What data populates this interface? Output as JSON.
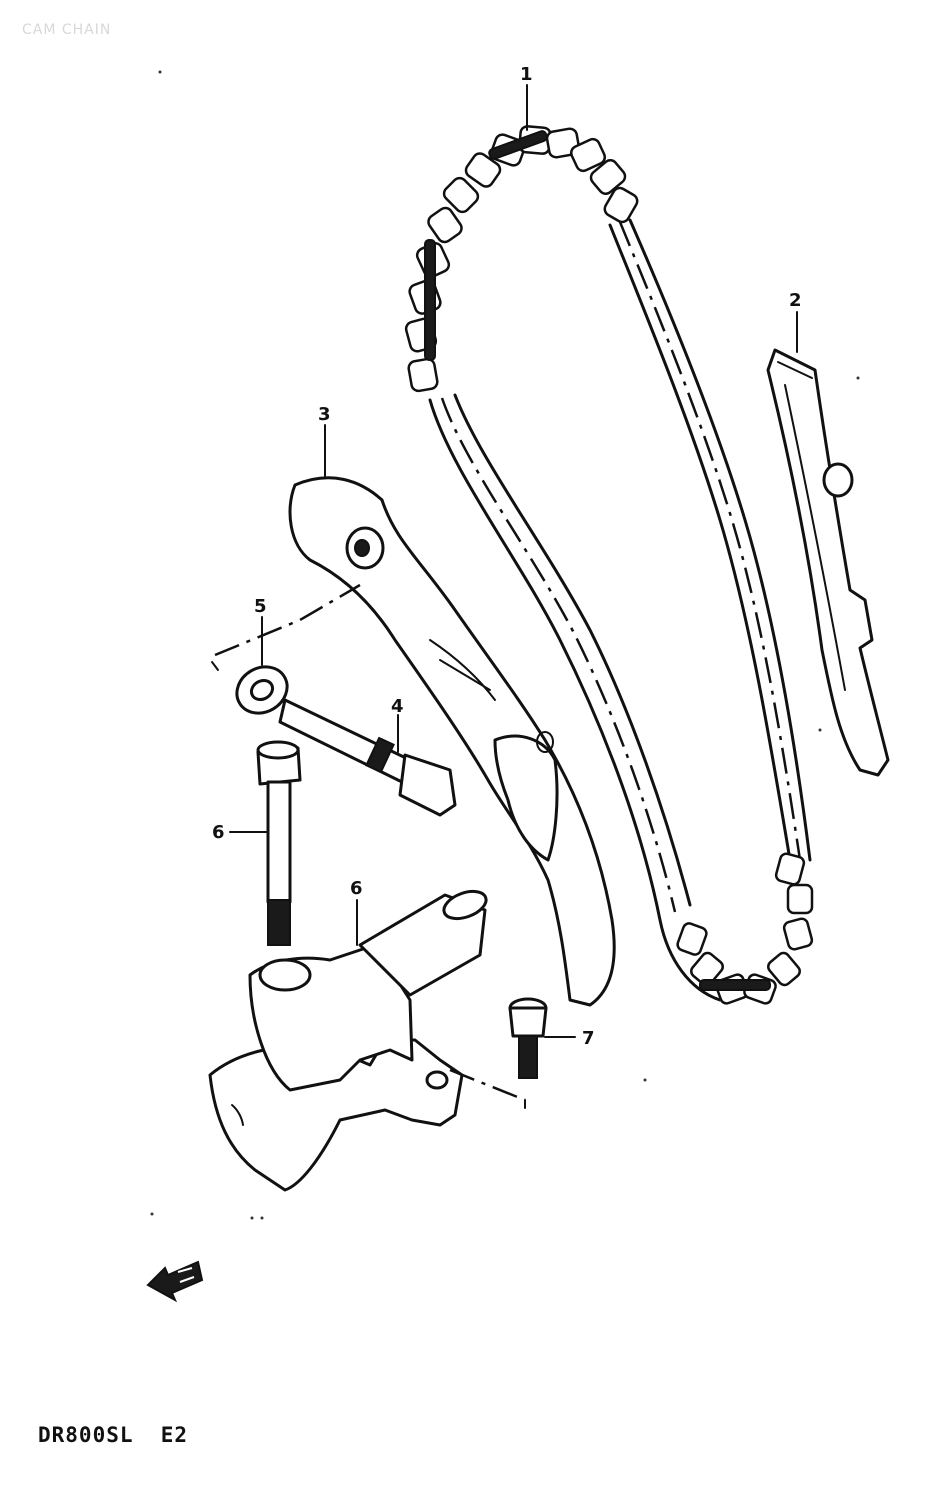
{
  "header": {
    "faint_title": "CAM CHAIN"
  },
  "callouts": [
    {
      "id": "callout-1",
      "label": "1"
    },
    {
      "id": "callout-2",
      "label": "2"
    },
    {
      "id": "callout-3",
      "label": "3"
    },
    {
      "id": "callout-4",
      "label": "4"
    },
    {
      "id": "callout-5",
      "label": "5"
    },
    {
      "id": "callout-6a",
      "label": "6"
    },
    {
      "id": "callout-6b",
      "label": "6"
    },
    {
      "id": "callout-7",
      "label": "7"
    }
  ],
  "footer": {
    "model_code": "DR800SL  E2"
  },
  "icons": {
    "front_arrow": "front-arrow-icon"
  }
}
